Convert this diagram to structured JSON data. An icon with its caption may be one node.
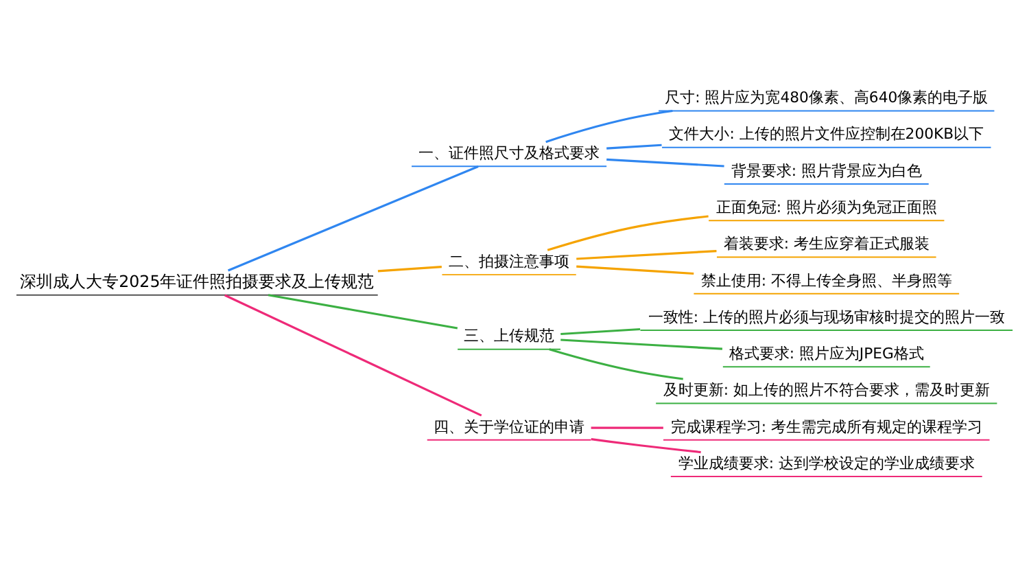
{
  "diagram": {
    "nodes": [
      {
        "text": [
          "深圳成人大专2025年证件照拍摄要求及上传规范"
        ]
      },
      {
        "text": [
          "一、证件照尺寸及格式要求"
        ]
      },
      {
        "text": [
          "尺寸: 照片应为宽480像素、高640像素的电子版"
        ]
      },
      {
        "text": [
          "文件大小: 上传的照片文件应控制在200KB以下"
        ]
      },
      {
        "text": [
          "背景要求: 照片背景应为白色"
        ]
      },
      {
        "text": [
          "二、拍摄注意事项"
        ]
      },
      {
        "text": [
          "正面免冠: 照片必须为免冠正面照"
        ]
      },
      {
        "text": [
          "着装要求: 考生应穿着正式服装"
        ]
      },
      {
        "text": [
          "禁止使用: 不得上传全身照、半身照等"
        ]
      },
      {
        "text": [
          "三、上传规范"
        ]
      },
      {
        "text": [
          "一致性: 上传的照片必须与现场审核时提交的照片一致"
        ]
      },
      {
        "text": [
          "格式要求: 照片应为JPEG格式"
        ]
      },
      {
        "text": [
          "及时更新: 如上传的照片不符合要求，需及时更新"
        ]
      },
      {
        "text": [
          "四、关于学位证的申请"
        ]
      },
      {
        "text": [
          "完成课程学习: 考生需完成所有规定的课程学习"
        ]
      },
      {
        "text": [
          "学业成绩要求: 达到学校设定的学业成绩要求"
        ]
      }
    ],
    "edges": [
      {
        "from": 0,
        "to": 1,
        "arrow": "none",
        "color": "#2f86f0"
      },
      {
        "from": 1,
        "to": 2,
        "arrow": "none",
        "color": "#2f86f0"
      },
      {
        "from": 1,
        "to": 3,
        "arrow": "none",
        "color": "#2f86f0"
      },
      {
        "from": 1,
        "to": 4,
        "arrow": "none",
        "color": "#2f86f0"
      },
      {
        "from": 0,
        "to": 5,
        "arrow": "none",
        "color": "#f5a300"
      },
      {
        "from": 5,
        "to": 6,
        "arrow": "none",
        "color": "#f5a300"
      },
      {
        "from": 5,
        "to": 7,
        "arrow": "none",
        "color": "#f5a300"
      },
      {
        "from": 5,
        "to": 8,
        "arrow": "none",
        "color": "#f5a300"
      },
      {
        "from": 0,
        "to": 9,
        "arrow": "none",
        "color": "#3cb043"
      },
      {
        "from": 9,
        "to": 10,
        "arrow": "none",
        "color": "#3cb043"
      },
      {
        "from": 9,
        "to": 11,
        "arrow": "none",
        "color": "#3cb043"
      },
      {
        "from": 9,
        "to": 12,
        "arrow": "none",
        "color": "#3cb043"
      },
      {
        "from": 0,
        "to": 13,
        "arrow": "none",
        "color": "#ee2a78"
      },
      {
        "from": 13,
        "to": 14,
        "arrow": "none",
        "color": "#ee2a78"
      },
      {
        "from": 13,
        "to": 15,
        "arrow": "none",
        "color": "#ee2a78"
      }
    ]
  }
}
